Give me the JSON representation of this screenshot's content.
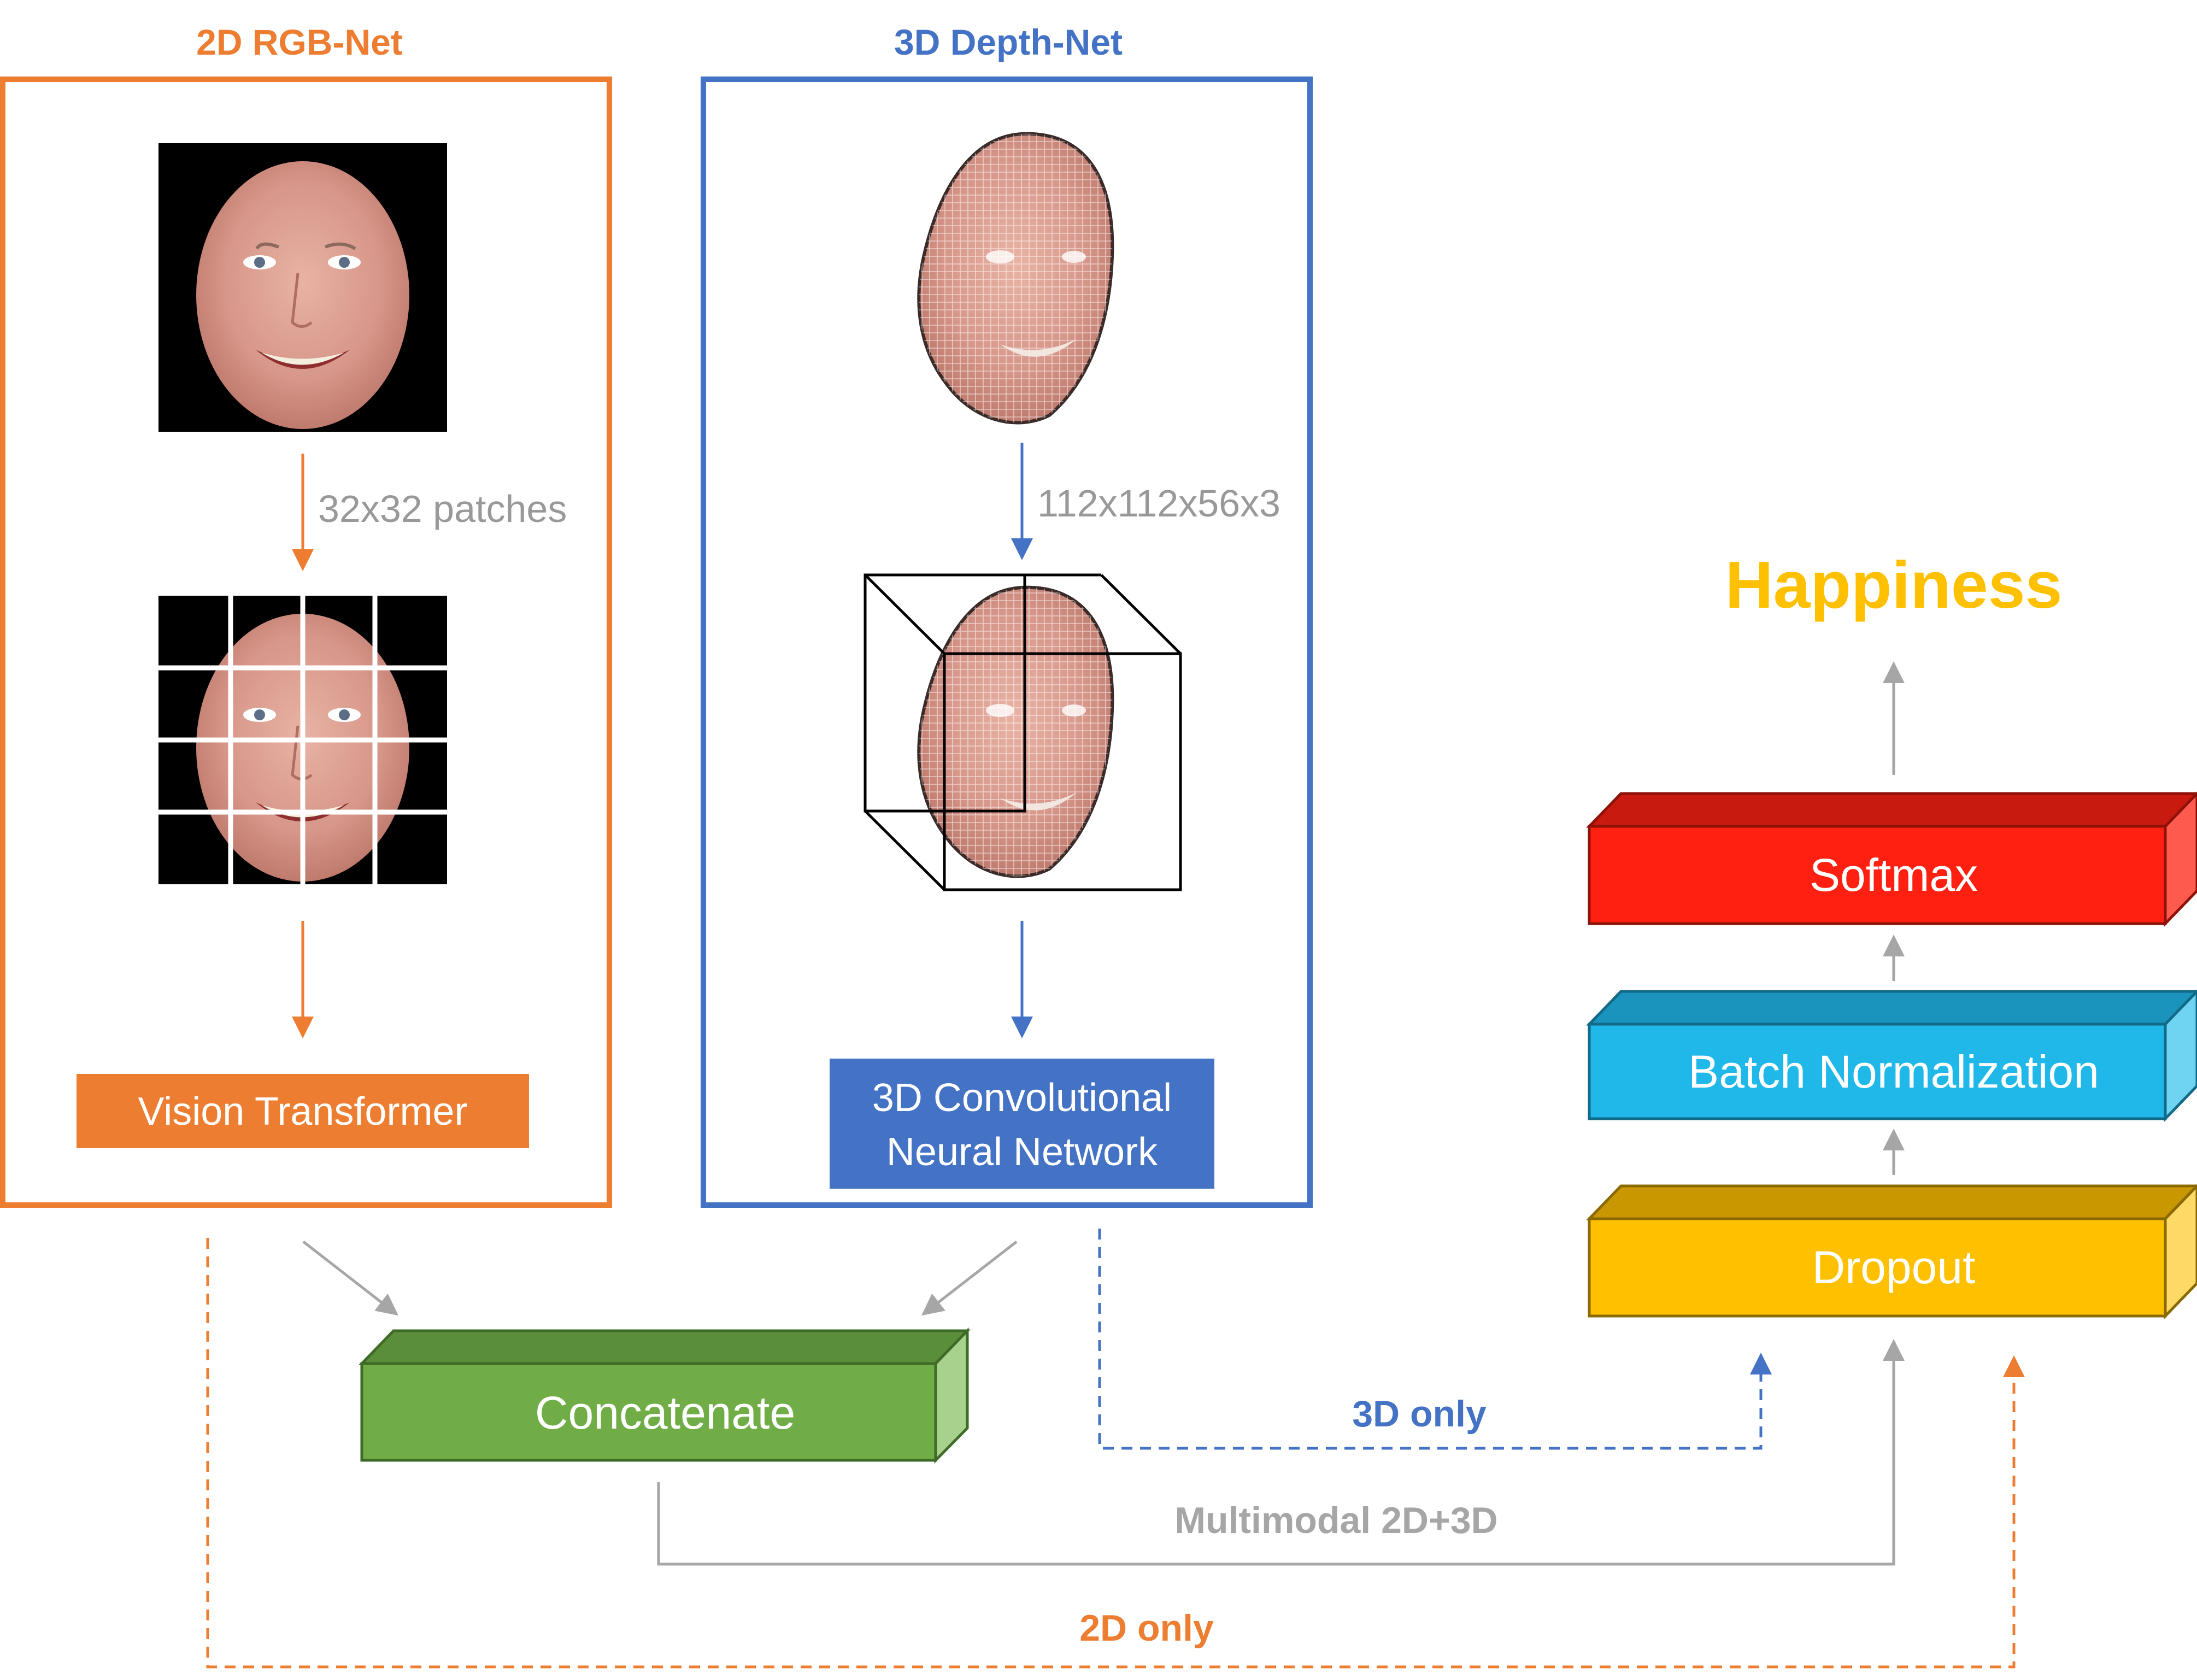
{
  "panels": {
    "rgb": {
      "title": "2D RGB-Net",
      "annotation": "32x32 patches",
      "module": "Vision Transformer"
    },
    "depth": {
      "title": "3D Depth-Net",
      "annotation": "112x112x56x3",
      "module_line1": "3D Convolutional",
      "module_line2": "Neural Network"
    }
  },
  "blocks": {
    "concatenate": "Concatenate",
    "dropout": "Dropout",
    "batch_norm": "Batch Normalization",
    "softmax": "Softmax"
  },
  "output": "Happiness",
  "paths": {
    "only_3d": "3D only",
    "multimodal": "Multimodal 2D+3D",
    "only_2d": "2D only"
  },
  "colors": {
    "rgb": "#ED7D31",
    "depth": "#4472C4",
    "grey": "#A6A6A6",
    "concat": "#70AD47",
    "dropout": "#FFC000",
    "batch_norm": "#1FB8E8",
    "softmax": "#FF2011",
    "output": "#FFC000"
  }
}
